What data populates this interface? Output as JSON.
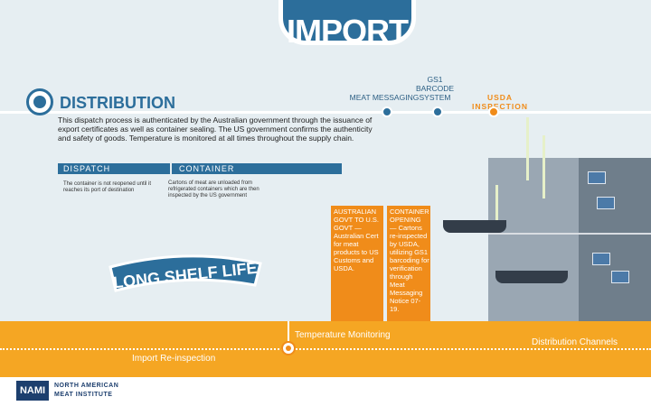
{
  "header": {
    "title": "IMPORT"
  },
  "distribution": {
    "heading": "DISTRIBUTION",
    "body": "This dispatch process is authenticated by the Australian government through the issuance of export certificates as well as container sealing. The US government confirms the authenticity and safety of goods. Temperature is monitored at all times throughout the supply chain."
  },
  "track": {
    "meat_messaging": "MEAT MESSAGING",
    "gs1": "GS1 BARCODE SYSTEM",
    "usda": "USDA INSPECTION"
  },
  "tabs": {
    "dispatch": "DISPATCH",
    "container": "CONTAINER"
  },
  "cards": {
    "dispatch_text": "The container is not reopened until it reaches its port of destination",
    "container_text": "Cartons of meat are unloaded from refrigerated containers which are then inspected by the US government"
  },
  "bars": {
    "aus": "AUSTRALIAN GOVT TO U.S. GOVT — Australian Cert for meat products to US Customs and USDA.",
    "container": "CONTAINER OPENING — Cartons re-inspected by USDA, utilizing GS1 barcoding for verification through Meat Messaging Notice 07-19."
  },
  "badge": {
    "text": "LONG SHELF LIFE"
  },
  "bottom": {
    "temperature": "Temperature Monitoring",
    "reinspection": "Import Re-inspection",
    "distribution_channels": "Distribution Channels"
  },
  "footer": {
    "logo_mark": "NAMI",
    "logo_line1": "NORTH AMERICAN",
    "logo_line2": "MEAT INSTITUTE"
  },
  "colors": {
    "blue": "#2c6e9b",
    "orange": "#f08c1a",
    "band": "#f5a623"
  }
}
